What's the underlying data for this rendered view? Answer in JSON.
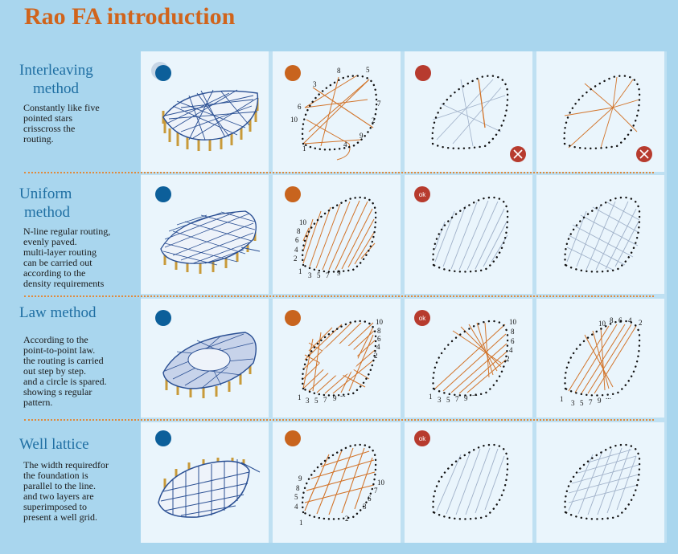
{
  "title": "Rao FA introduction",
  "rows": [
    {
      "name_line1": "Interleaving",
      "name_line2": "method",
      "desc": [
        "Constantly like five",
        "pointed stars",
        "crisscross the",
        "routing."
      ],
      "nums": [
        "8",
        "5",
        "3",
        "7",
        "6",
        "10",
        "2",
        "9",
        "4",
        "1"
      ]
    },
    {
      "name_line1": "Uniform",
      "name_line2": "method",
      "desc": [
        "N-line regular routing,",
        "evenly paved.",
        "multi-layer routing",
        "can be carried out",
        "according to the",
        "density requirements"
      ],
      "nums": [
        "10",
        "8",
        "6",
        "4",
        "2",
        "1",
        "3",
        "5",
        "7",
        "9"
      ]
    },
    {
      "name_line1": "Law method",
      "name_line2": "",
      "desc": [
        "According to the",
        "point-to-point law.",
        "the routing is carried",
        "out step by step.",
        "and a circle is spared.",
        "showing s regular",
        "pattern."
      ],
      "nums_orange": [
        "10",
        "8",
        "6",
        "4",
        "2",
        "1",
        "3",
        "5",
        "7",
        "9",
        "..."
      ],
      "nums_red": [
        "10",
        "8",
        "6",
        "4",
        "2",
        "1",
        "3",
        "5",
        "7",
        "9",
        "..."
      ],
      "nums_plain": [
        "10",
        "8",
        "6",
        "4",
        "2",
        "1",
        "3",
        "5",
        "7",
        "9",
        "..."
      ]
    },
    {
      "name_line1": "Well lattice",
      "name_line2": "",
      "desc": [
        "The width requiredfor",
        "the foundation is",
        "parallel to the line.",
        "and two layers are",
        "superimposed to",
        "present a well grid."
      ],
      "nums": [
        "9",
        "8",
        "5",
        "4",
        "1",
        "2",
        "3",
        "6",
        "7",
        "10"
      ]
    }
  ],
  "badge_text": "ok",
  "colors": {
    "title": "#d0641c",
    "method_name": "#1f6fa3",
    "blue_dot": "#0c5f9a",
    "orange_dot": "#c8641e",
    "red_dot": "#b73b2e",
    "orange_line": "#d2742a",
    "blue_line": "#2a4f93",
    "grey_line": "#9fb0c8",
    "divider": "#e08a3c"
  }
}
